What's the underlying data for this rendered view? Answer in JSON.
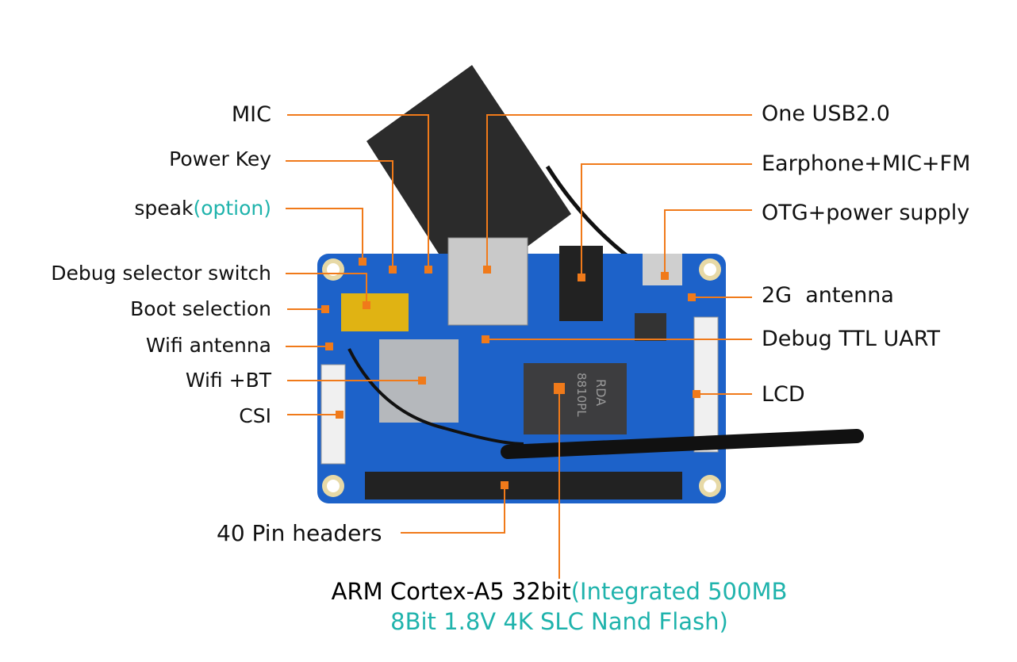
{
  "colors": {
    "leader": "#f07a1a",
    "accent": "#1fb3ac",
    "board": "#1d62c9"
  },
  "left_labels": [
    {
      "text": "MIC"
    },
    {
      "text": "Power Key"
    },
    {
      "text": "speak",
      "note": "(option)"
    },
    {
      "text": "Debug selector switch"
    },
    {
      "text": "Boot selection"
    },
    {
      "text": "Wifi antenna"
    },
    {
      "text": "Wifi +BT"
    },
    {
      "text": "CSI"
    }
  ],
  "right_labels": [
    {
      "text": "One USB2.0"
    },
    {
      "text": "Earphone+MIC+FM"
    },
    {
      "text": "OTG+power supply"
    },
    {
      "text": "2G  antenna"
    },
    {
      "text": "Debug TTL UART"
    },
    {
      "text": "LCD"
    }
  ],
  "bottom_labels": {
    "headers": "40 Pin headers",
    "cpu": "ARM Cortex-A5 32bit",
    "cpu_note_1": "(Integrated 500MB",
    "cpu_note_2": "8Bit 1.8V 4K SLC Nand Flash)"
  },
  "chip": {
    "brand": "RDA",
    "model": "8810PL"
  }
}
